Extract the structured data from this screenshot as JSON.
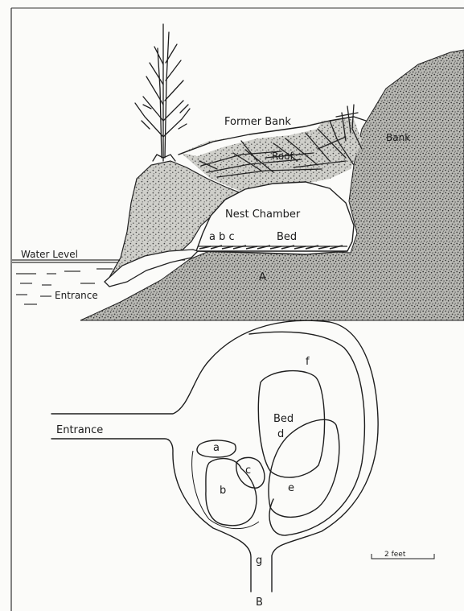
{
  "section_a": {
    "labels": {
      "former_bank": "Former Bank",
      "roof": "Roof",
      "bank": "Bank",
      "nest_chamber": "Nest Chamber",
      "bed_letters": "a b c",
      "bed": "Bed",
      "water_level": "Water Level",
      "entrance": "Entrance",
      "section_letter": "A"
    }
  },
  "section_b": {
    "labels": {
      "entrance": "Entrance",
      "bed": "Bed",
      "a": "a",
      "b": "b",
      "c": "c",
      "d": "d",
      "e": "e",
      "f": "f",
      "g": "g",
      "scale": "2 feet",
      "section_letter": "B"
    }
  },
  "colors": {
    "ink": "#1e1e1e",
    "paper": "#fbfbf9"
  }
}
